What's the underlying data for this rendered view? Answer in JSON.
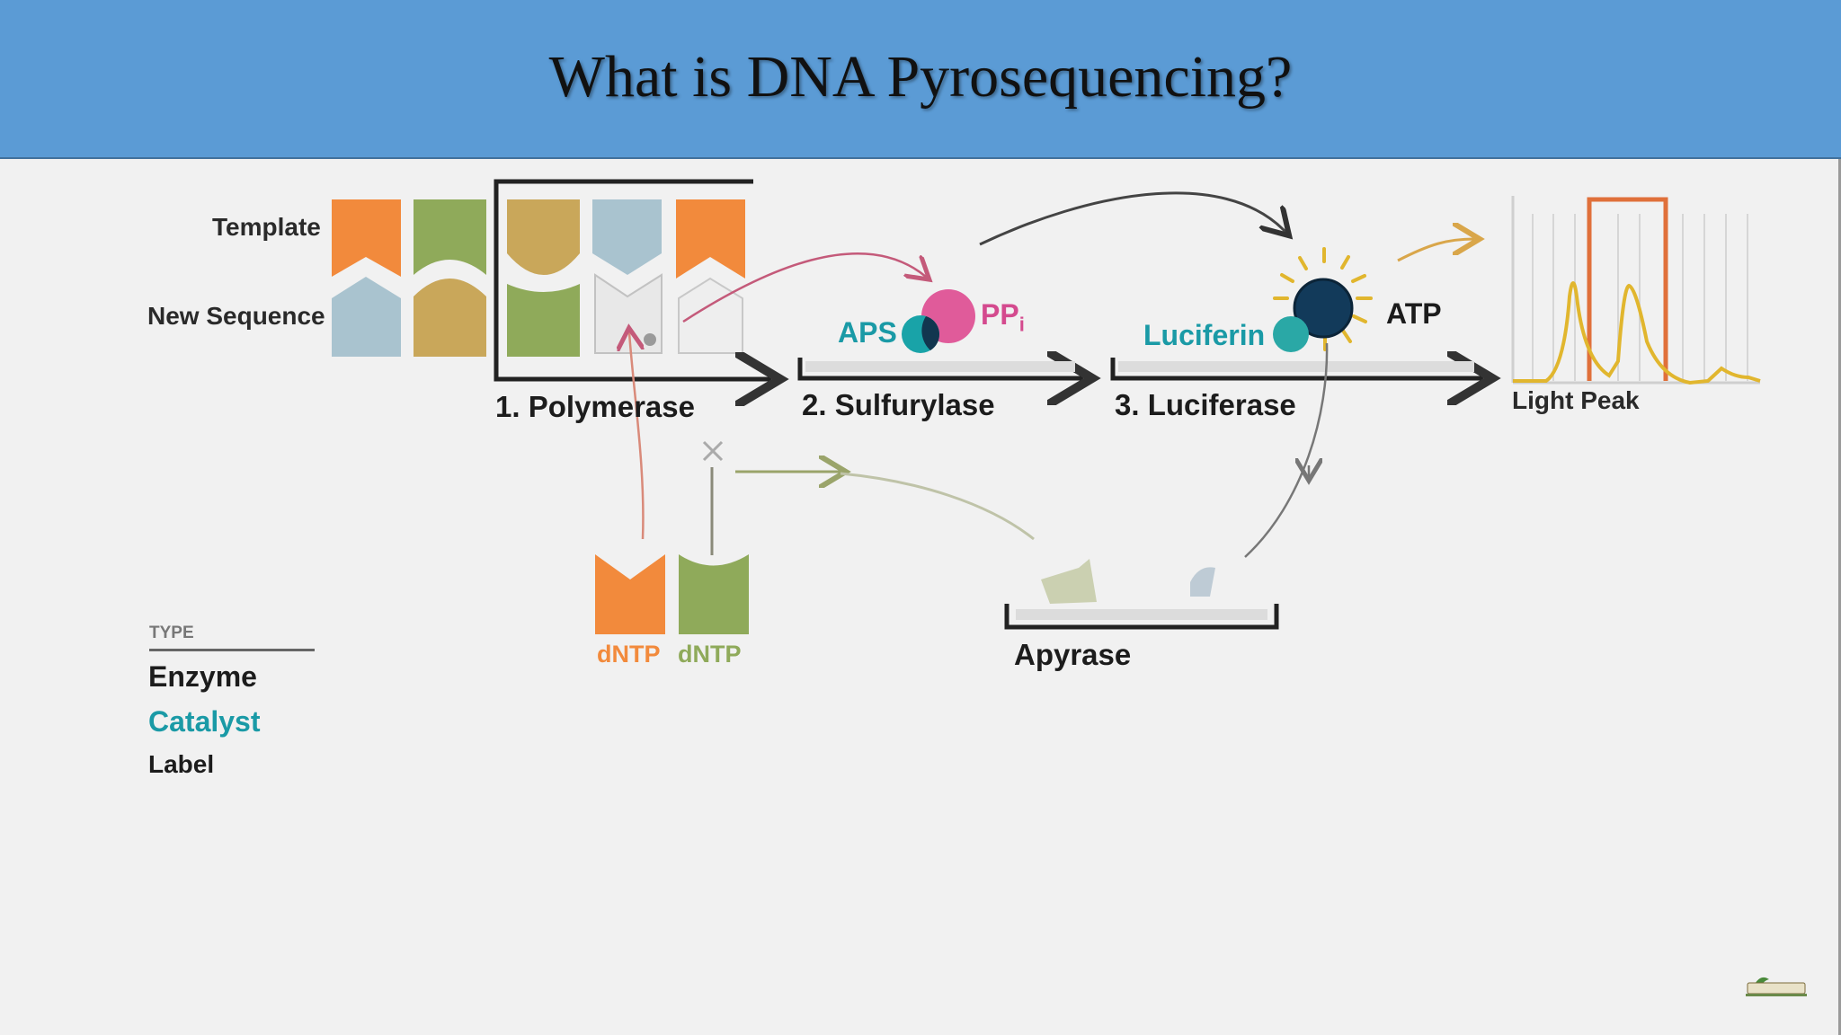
{
  "slide": {
    "title": "What is DNA Pyrosequencing?"
  },
  "diagram": {
    "row_labels": {
      "template": "Template",
      "new_sequence": "New Sequence"
    },
    "stages": [
      {
        "id": "polymerase",
        "label": "1. Polymerase"
      },
      {
        "id": "sulfurylase",
        "label": "2. Sulfurylase"
      },
      {
        "id": "luciferase",
        "label": "3. Luciferase"
      },
      {
        "id": "apyrase",
        "label": "Apyrase"
      }
    ],
    "molecules": {
      "aps": "APS",
      "ppi": "PP",
      "ppi_subscript": "i",
      "luciferin": "Luciferin",
      "atp": "ATP",
      "dntp_1": "dNTP",
      "dntp_2": "dNTP"
    },
    "output": {
      "label": "Light Peak"
    },
    "legend": {
      "header": "TYPE",
      "items": [
        "Enzyme",
        "Catalyst",
        "Label"
      ]
    },
    "colors": {
      "orange": "#f28a3c",
      "green": "#8faa5a",
      "tan": "#c9a75a",
      "blue_grey": "#a9c3cf",
      "teal": "#1a9aa6",
      "pink": "#d44a8e",
      "navy": "#123a5a",
      "gold": "#e1b62e"
    }
  }
}
